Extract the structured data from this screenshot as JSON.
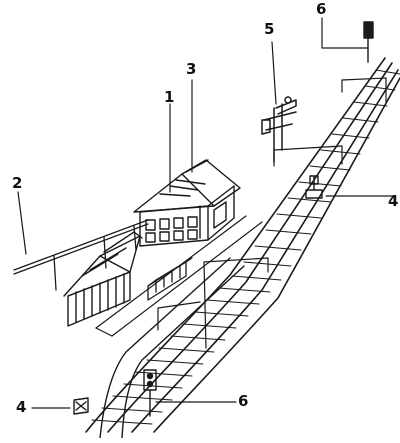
{
  "diagram": {
    "labels": {
      "station_building": "1",
      "telegraph_line": "2",
      "roof": "3",
      "track_signal_right": "4",
      "track_signal_left": "4",
      "semaphore": "5",
      "light_signal_top": "6",
      "light_signal_bottom": "6"
    }
  },
  "colors": {
    "ink": "#1a1a1a",
    "background": "#ffffff"
  }
}
